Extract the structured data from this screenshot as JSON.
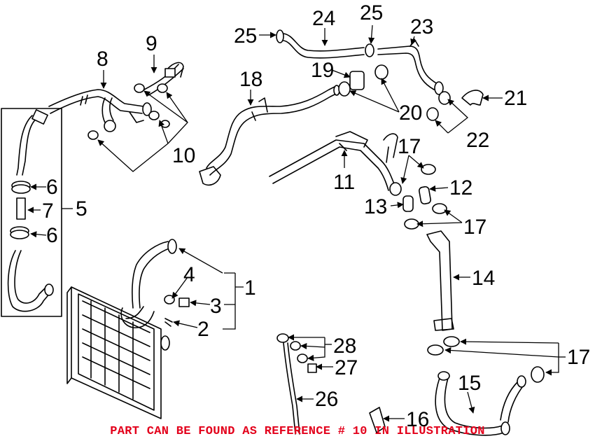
{
  "callouts": {
    "c1": "1",
    "c2": "2",
    "c3": "3",
    "c4": "4",
    "c5": "5",
    "c6a": "6",
    "c6b": "6",
    "c7": "7",
    "c8": "8",
    "c9": "9",
    "c10": "10",
    "c11": "11",
    "c12": "12",
    "c13": "13",
    "c14": "14",
    "c15": "15",
    "c16": "16",
    "c17a": "17",
    "c17b": "17",
    "c17c": "17",
    "c18": "18",
    "c19": "19",
    "c20": "20",
    "c21": "21",
    "c22": "22",
    "c23": "23",
    "c24": "24",
    "c25a": "25",
    "c25b": "25",
    "c26": "26",
    "c27": "27",
    "c28": "28"
  },
  "footer_note": "PART CAN BE FOUND AS REFERENCE # 10 IN ILLUSTRATION",
  "colors": {
    "line": "#000000",
    "note": "#e3001b",
    "background": "#ffffff"
  }
}
